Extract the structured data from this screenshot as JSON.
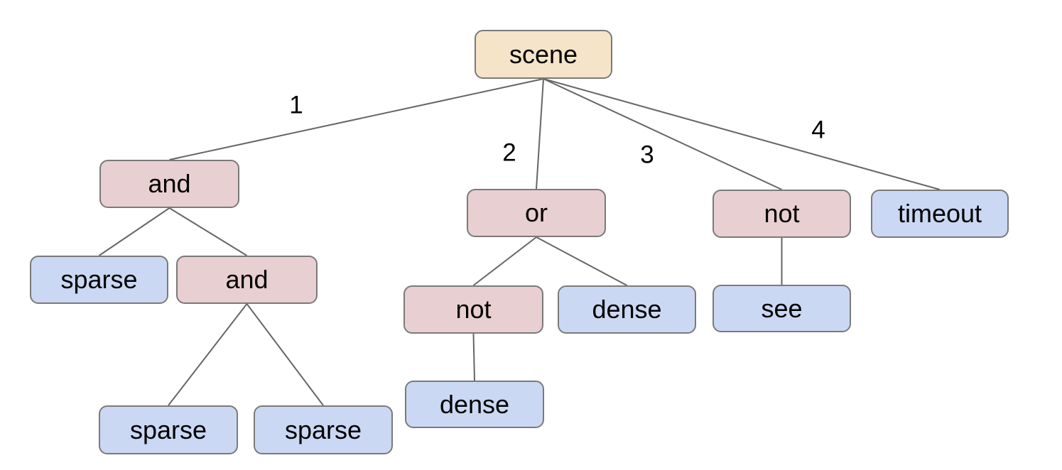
{
  "diagram": {
    "type": "behavior-tree",
    "background": "#ffffff",
    "colors": {
      "root_fill": "#f5e4c8",
      "operator_fill": "#e8cfd1",
      "leaf_fill": "#cbd8f3",
      "node_border": "#7a7a7a",
      "edge_line": "#666666",
      "text": "#000000"
    },
    "nodes": [
      {
        "id": "scene",
        "label": "scene",
        "role": "root"
      },
      {
        "id": "and1",
        "label": "and",
        "role": "operator"
      },
      {
        "id": "or1",
        "label": "or",
        "role": "operator"
      },
      {
        "id": "not1",
        "label": "not",
        "role": "operator"
      },
      {
        "id": "timeout1",
        "label": "timeout",
        "role": "leaf"
      },
      {
        "id": "sparse1",
        "label": "sparse",
        "role": "leaf"
      },
      {
        "id": "and2",
        "label": "and",
        "role": "operator"
      },
      {
        "id": "not2",
        "label": "not",
        "role": "operator"
      },
      {
        "id": "dense1",
        "label": "dense",
        "role": "leaf"
      },
      {
        "id": "see1",
        "label": "see",
        "role": "leaf"
      },
      {
        "id": "sparse2",
        "label": "sparse",
        "role": "leaf"
      },
      {
        "id": "sparse3",
        "label": "sparse",
        "role": "leaf"
      },
      {
        "id": "dense2",
        "label": "dense",
        "role": "leaf"
      }
    ],
    "edges": [
      {
        "from": "scene",
        "to": "and1",
        "label": "1"
      },
      {
        "from": "scene",
        "to": "or1",
        "label": "2"
      },
      {
        "from": "scene",
        "to": "not1",
        "label": "3"
      },
      {
        "from": "scene",
        "to": "timeout1",
        "label": "4"
      },
      {
        "from": "and1",
        "to": "sparse1",
        "label": ""
      },
      {
        "from": "and1",
        "to": "and2",
        "label": ""
      },
      {
        "from": "and2",
        "to": "sparse2",
        "label": ""
      },
      {
        "from": "and2",
        "to": "sparse3",
        "label": ""
      },
      {
        "from": "or1",
        "to": "not2",
        "label": ""
      },
      {
        "from": "or1",
        "to": "dense1",
        "label": ""
      },
      {
        "from": "not2",
        "to": "dense2",
        "label": ""
      },
      {
        "from": "not1",
        "to": "see1",
        "label": ""
      }
    ]
  }
}
